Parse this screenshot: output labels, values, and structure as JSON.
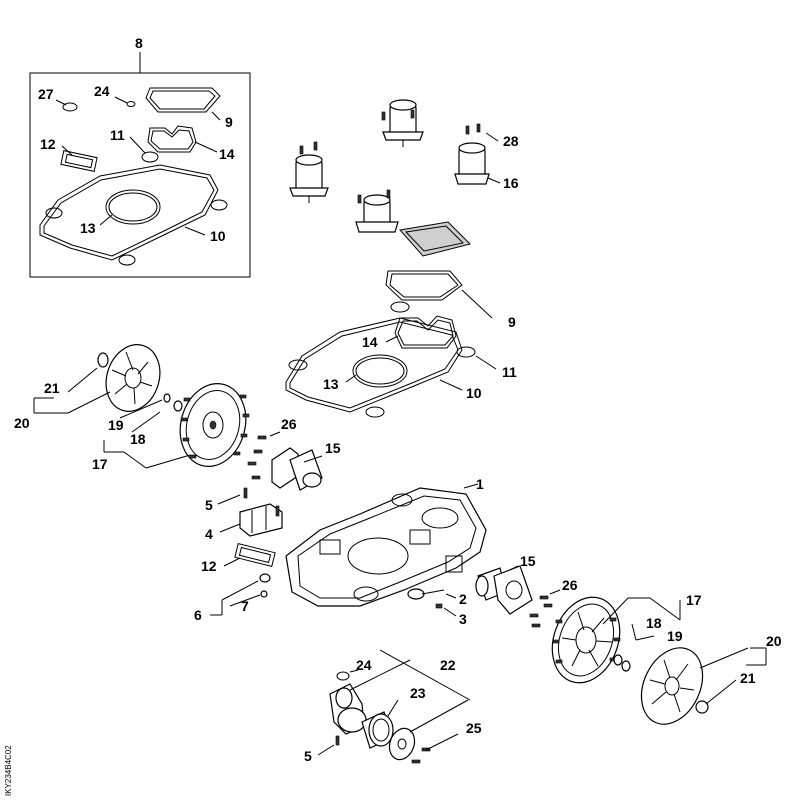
{
  "callouts": {
    "c8": "8",
    "c27": "27",
    "c24a": "24",
    "c9a": "9",
    "c11a": "11",
    "c14a": "14",
    "c12a": "12",
    "c13a": "13",
    "c10a": "10",
    "c28": "28",
    "c16": "16",
    "c9b": "9",
    "c14b": "14",
    "c11b": "11",
    "c13b": "13",
    "c10b": "10",
    "c21a": "21",
    "c20a": "20",
    "c19a": "19",
    "c18a": "18",
    "c17a": "17",
    "c26a": "26",
    "c15a": "15",
    "c1": "1",
    "c5a": "5",
    "c4": "4",
    "c12b": "12",
    "c6": "6",
    "c7": "7",
    "c2": "2",
    "c3": "3",
    "c15b": "15",
    "c26b": "26",
    "c17b": "17",
    "c18b": "18",
    "c19b": "19",
    "c20b": "20",
    "c21b": "21",
    "c24b": "24",
    "c22": "22",
    "c23": "23",
    "c25": "25",
    "c5b": "5"
  },
  "drawing_code": "IKY234B4C02"
}
